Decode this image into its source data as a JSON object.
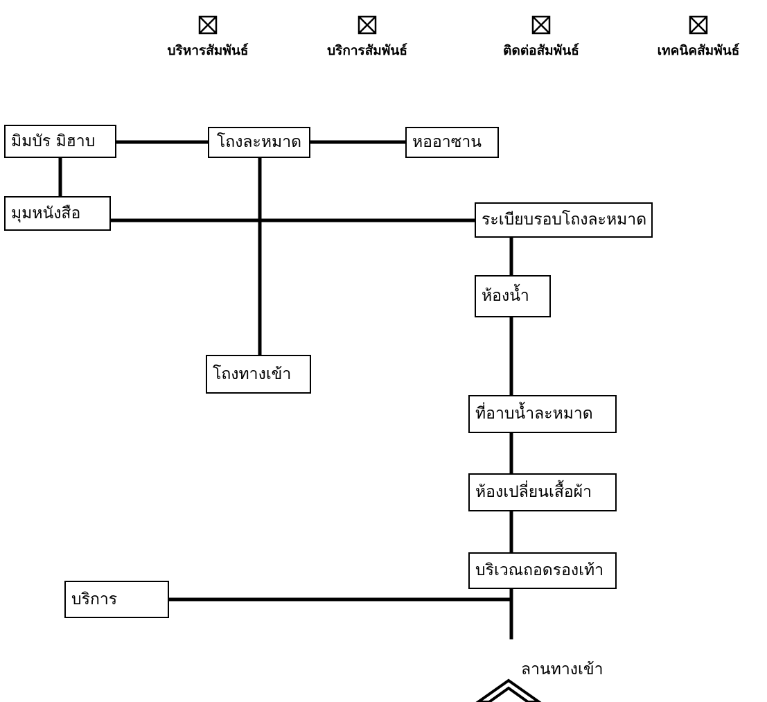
{
  "legend": [
    {
      "label": "บริหารสัมพันธ์",
      "icon": "crossed-box-icon"
    },
    {
      "label": "บริการสัมพันธ์",
      "icon": "crossed-box-icon"
    },
    {
      "label": "ติดต่อสัมพันธ์",
      "icon": "crossed-box-icon"
    },
    {
      "label": "เทคนิคสัมพันธ์",
      "icon": "crossed-box-icon"
    }
  ],
  "nodes": {
    "mimbar": "มิมบัร มิฮาบ",
    "hall": "โถงละหมาด",
    "tower": "หออาซาน",
    "reading": "มุมหนังสือ",
    "veranda": "ระเบียบรอบโถงละหมาด",
    "toilet": "ห้องน้ำ",
    "entry_hall": "โถงทางเข้า",
    "ablution": "ที่อาบน้ำละหมาด",
    "changing": "ห้องเปลี่ยนเสื้อผ้า",
    "shoes": "บริเวณถอดรองเท้า",
    "service": "บริการ"
  },
  "entrance_label": "ลานทางเข้า"
}
